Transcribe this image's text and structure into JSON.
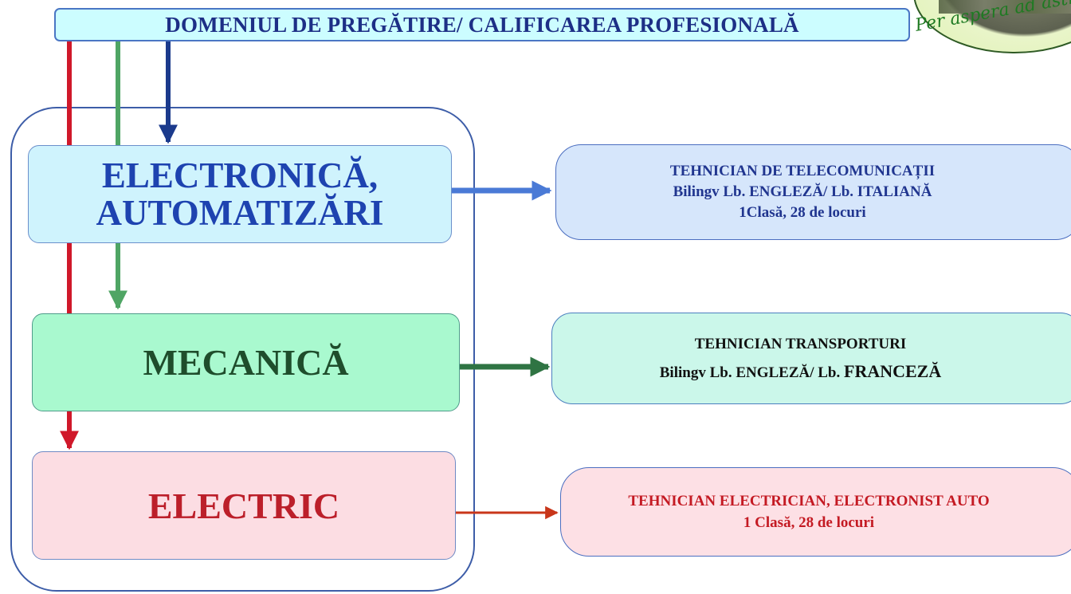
{
  "header": {
    "title": "DOMENIUL DE PREGĂTIRE/ CALIFICAREA PROFESIONALĂ"
  },
  "logo": {
    "motto": "Per aspera ad astra"
  },
  "domains": {
    "electronica": {
      "line1": "ELECTRONICĂ,",
      "line2": "AUTOMATIZĂRI"
    },
    "mecanica": {
      "label": "MECANICĂ"
    },
    "electric": {
      "label": "ELECTRIC"
    }
  },
  "qualifications": {
    "telecom": {
      "title": "TEHNICIAN DE TELECOMUNICAȚII",
      "bilingual": "Bilingv Lb. ENGLEZĂ/ Lb. ITALIANĂ",
      "places": "1Clasă, 28 de locuri"
    },
    "transport": {
      "title": "TEHNICIAN TRANSPORTURI",
      "bilingual_prefix": "Bilingv Lb. ENGLEZĂ/ Lb.",
      "bilingual_lang": "FRANCEZĂ"
    },
    "auto": {
      "title": "TEHNICIAN ELECTRICIAN, ELECTRONIST AUTO",
      "places": "1 Clasă, 28 de locuri"
    }
  },
  "colors": {
    "arrow_red": "#d0182a",
    "arrow_green": "#4fa564",
    "arrow_navy": "#1b3a8c",
    "arrow_blue": "#4a7ad6",
    "arrow_darkgreen": "#2f7443",
    "arrow_orange_red": "#c8361a"
  }
}
